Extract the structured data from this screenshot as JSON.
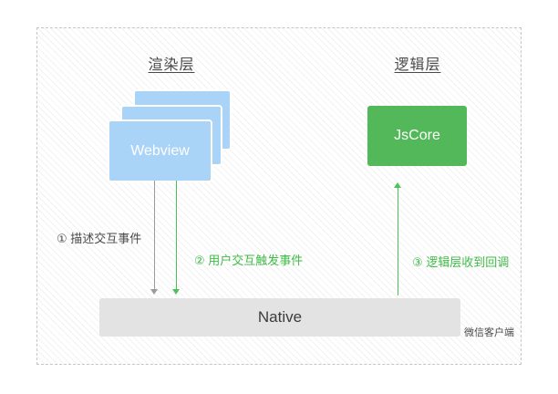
{
  "diagram": {
    "render_layer": {
      "title": "渲染层"
    },
    "logic_layer": {
      "title": "逻辑层"
    },
    "webview": {
      "label": "Webview",
      "color": "#a9d3f7"
    },
    "jscore": {
      "label": "JsCore",
      "color": "#52b85a"
    },
    "native": {
      "label": "Native",
      "color": "#e3e3e3"
    },
    "arrows": {
      "describe": {
        "label": "① 描述交互事件",
        "color": "#9b9b9b",
        "direction": "down"
      },
      "trigger": {
        "label": "② 用户交互触发事件",
        "color": "#3fbb46",
        "direction": "down"
      },
      "callback": {
        "label": "③ 逻辑层收到回调",
        "color": "#3fbb46",
        "direction": "up"
      }
    },
    "client_label": "微信客户端"
  }
}
